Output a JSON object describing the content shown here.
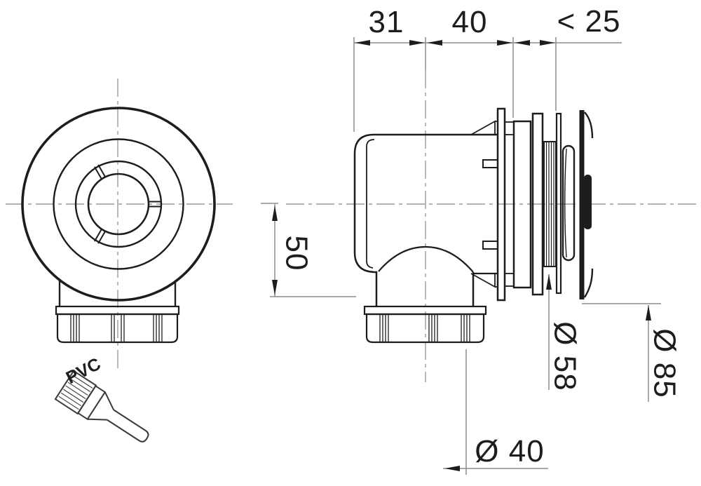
{
  "meta": {
    "title": "technical-drawing-wall-elbow-fitting",
    "background": "#ffffff"
  },
  "colors": {
    "outline": "#1d1d1b",
    "dimension_line": "#8c8c8c",
    "centerline": "#999999",
    "text": "#1d1d1b"
  },
  "dimensions": {
    "width_left": "31",
    "width_middle": "40",
    "width_right": "< 25",
    "drop_height": "50",
    "thread_diameter": "Ø 58",
    "flange_diameter": "Ø 85",
    "outlet_diameter": "Ø 40"
  },
  "labels": {
    "material": "PVC"
  }
}
